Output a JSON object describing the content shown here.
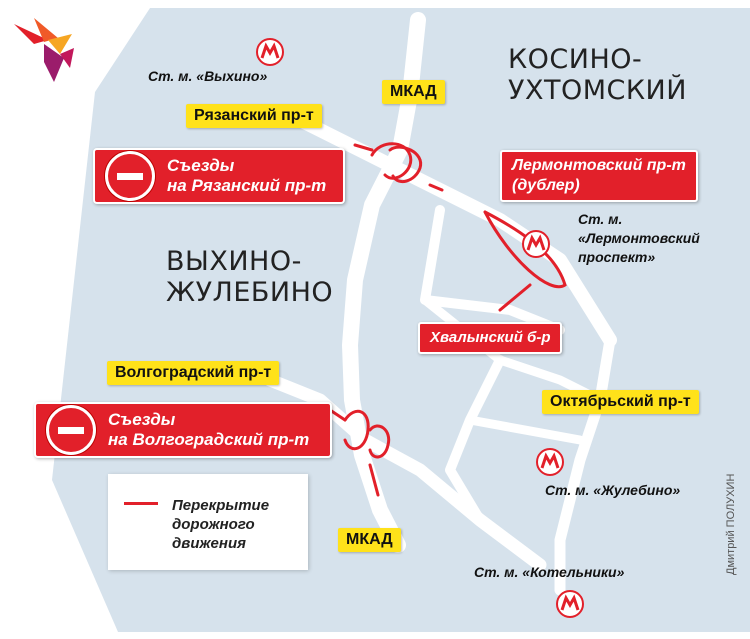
{
  "districts": {
    "kosino": "КОСИНО-\nУХТОМСКИЙ",
    "vykhino": "ВЫХИНО-\nЖУЛЕБИНО"
  },
  "road_labels": {
    "mkad_top": "МКАД",
    "mkad_bottom": "МКАД",
    "ryazansky": "Рязанский пр-т",
    "volgogradsky": "Волгоградский пр-т",
    "oktyabrsky": "Октябрьский пр-т"
  },
  "closures": {
    "lermontovsky": "Лермонтовский пр-т\n(дублер)",
    "khvalynsky": "Хвалынский б-р"
  },
  "exit_signs": {
    "ryazansky": "Съезды\nна Рязанский пр-т",
    "volgogradsky": "Съезды\nна Волгоградский пр-т"
  },
  "stations": {
    "vykhino": "Ст. м. «Выхино»",
    "lermontovsky": "Ст. м.\n«Лермонтовский\nпроспект»",
    "zhulebino": "Ст. м. «Жулебино»",
    "kotelniki": "Ст. м. «Котельники»"
  },
  "legend": {
    "label": "Перекрытие\nдорожного\nдвижения"
  },
  "credit": "Дмитрий ПОЛУХИН",
  "icons": {
    "metro": "metro-m-icon",
    "no_entry": "no-entry-sign-icon",
    "logo": "bird-logo-icon"
  },
  "colors": {
    "map_area": "#d6e2ec",
    "road": "#ffffff",
    "closure": "#e2202a",
    "label_yellow": "#ffe21a",
    "sign_red": "#e2202a"
  }
}
